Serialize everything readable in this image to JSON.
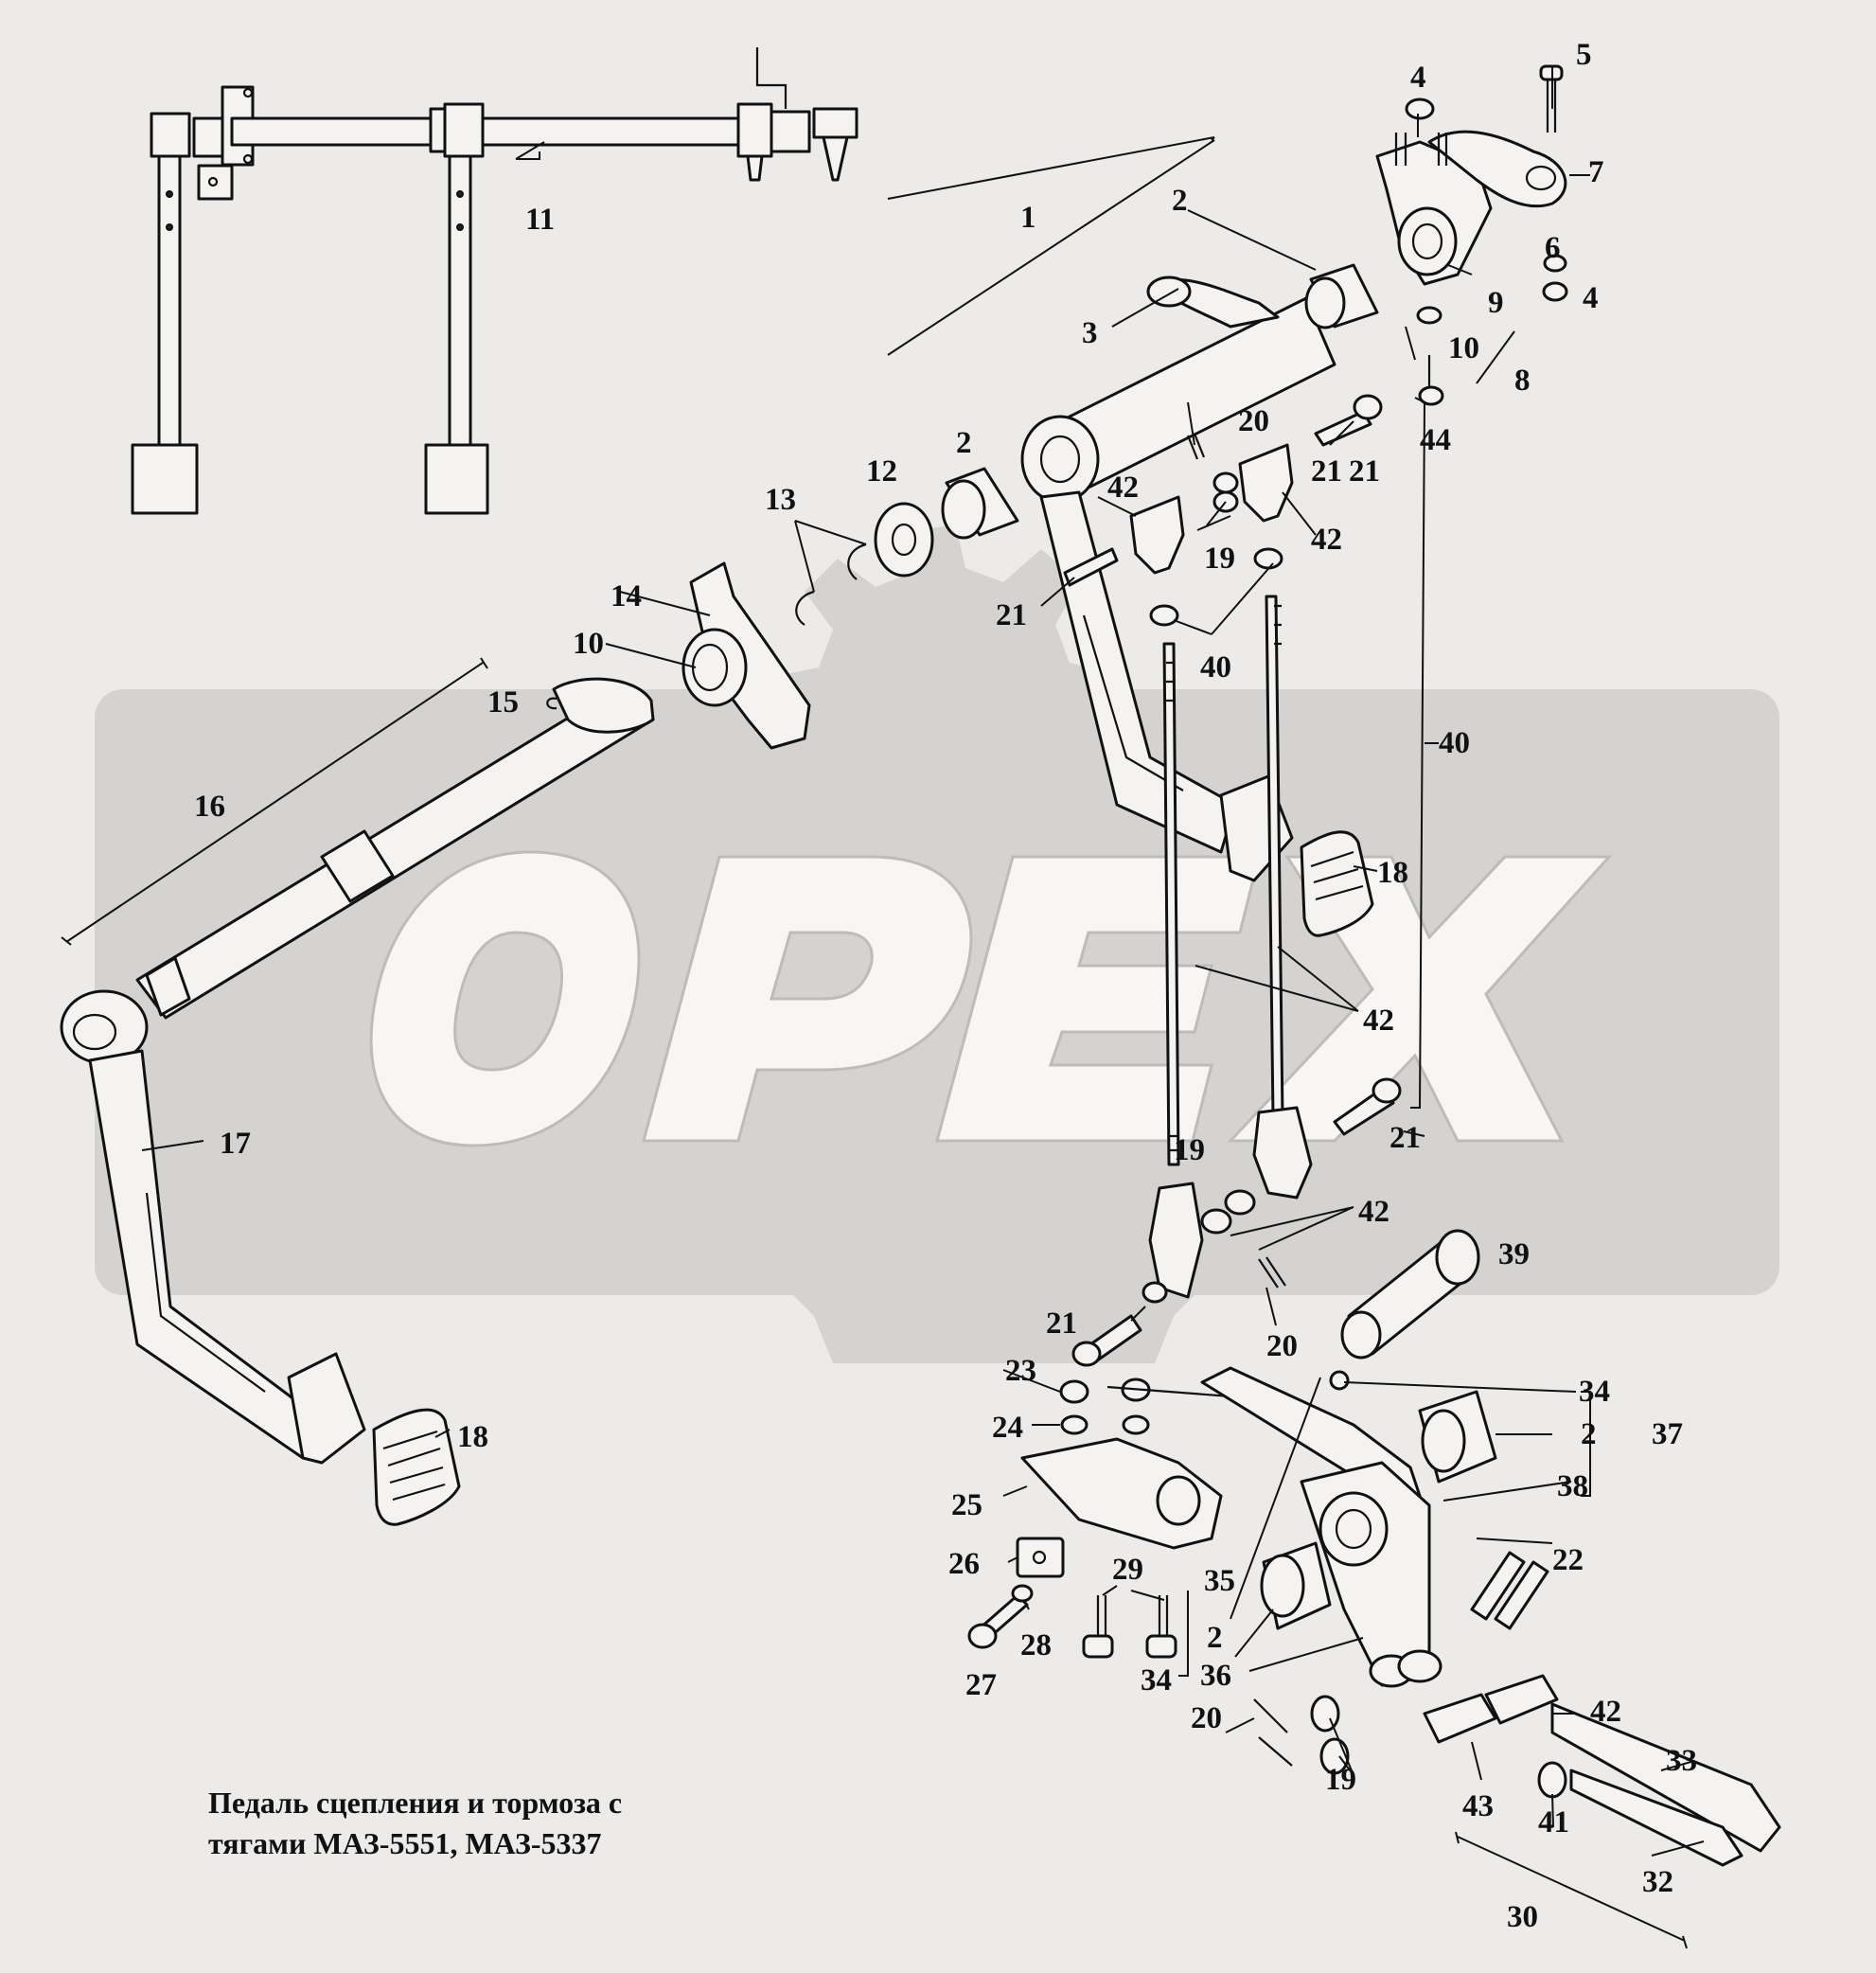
{
  "caption": {
    "line1": "Педаль сцепления и тормоза с",
    "line2": "тягами МАЗ-5551, МАЗ-5337"
  },
  "watermark": {
    "text": "OPEX",
    "fill_color": "#f7f6f4",
    "background_color": "#d4d3d1"
  },
  "part_labels": [
    {
      "id": "l1",
      "text": "1"
    },
    {
      "id": "l2a",
      "text": "2"
    },
    {
      "id": "l2b",
      "text": "2"
    },
    {
      "id": "l2c",
      "text": "2"
    },
    {
      "id": "l2d",
      "text": "2"
    },
    {
      "id": "l3",
      "text": "3"
    },
    {
      "id": "l4a",
      "text": "4"
    },
    {
      "id": "l4b",
      "text": "4"
    },
    {
      "id": "l5",
      "text": "5"
    },
    {
      "id": "l6",
      "text": "6"
    },
    {
      "id": "l7",
      "text": "7"
    },
    {
      "id": "l8",
      "text": "8"
    },
    {
      "id": "l9",
      "text": "9"
    },
    {
      "id": "l10a",
      "text": "10"
    },
    {
      "id": "l10b",
      "text": "10"
    },
    {
      "id": "l11",
      "text": "11"
    },
    {
      "id": "l12",
      "text": "12"
    },
    {
      "id": "l13",
      "text": "13"
    },
    {
      "id": "l14",
      "text": "14"
    },
    {
      "id": "l15",
      "text": "15"
    },
    {
      "id": "l16",
      "text": "16"
    },
    {
      "id": "l17",
      "text": "17"
    },
    {
      "id": "l18a",
      "text": "18"
    },
    {
      "id": "l18b",
      "text": "18"
    },
    {
      "id": "l19a",
      "text": "19"
    },
    {
      "id": "l19b",
      "text": "19"
    },
    {
      "id": "l19c",
      "text": "19"
    },
    {
      "id": "l20a",
      "text": "20"
    },
    {
      "id": "l20b",
      "text": "20"
    },
    {
      "id": "l20c",
      "text": "20"
    },
    {
      "id": "l21a",
      "text": "21"
    },
    {
      "id": "l21b",
      "text": "21"
    },
    {
      "id": "l21c",
      "text": "21"
    },
    {
      "id": "l21d",
      "text": "21"
    },
    {
      "id": "l21e",
      "text": "21"
    },
    {
      "id": "l22",
      "text": "22"
    },
    {
      "id": "l23",
      "text": "23"
    },
    {
      "id": "l24",
      "text": "24"
    },
    {
      "id": "l25",
      "text": "25"
    },
    {
      "id": "l26",
      "text": "26"
    },
    {
      "id": "l27",
      "text": "27"
    },
    {
      "id": "l28",
      "text": "28"
    },
    {
      "id": "l29",
      "text": "29"
    },
    {
      "id": "l30",
      "text": "30"
    },
    {
      "id": "l32",
      "text": "32"
    },
    {
      "id": "l33",
      "text": "33"
    },
    {
      "id": "l34a",
      "text": "34"
    },
    {
      "id": "l34b",
      "text": "34"
    },
    {
      "id": "l35",
      "text": "35"
    },
    {
      "id": "l36",
      "text": "36"
    },
    {
      "id": "l37",
      "text": "37"
    },
    {
      "id": "l38",
      "text": "38"
    },
    {
      "id": "l39",
      "text": "39"
    },
    {
      "id": "l40a",
      "text": "40"
    },
    {
      "id": "l40b",
      "text": "40"
    },
    {
      "id": "l41",
      "text": "41"
    },
    {
      "id": "l42a",
      "text": "42"
    },
    {
      "id": "l42b",
      "text": "42"
    },
    {
      "id": "l42c",
      "text": "42"
    },
    {
      "id": "l42d",
      "text": "42"
    },
    {
      "id": "l42e",
      "text": "42"
    },
    {
      "id": "l43",
      "text": "43"
    },
    {
      "id": "l44",
      "text": "44"
    }
  ]
}
